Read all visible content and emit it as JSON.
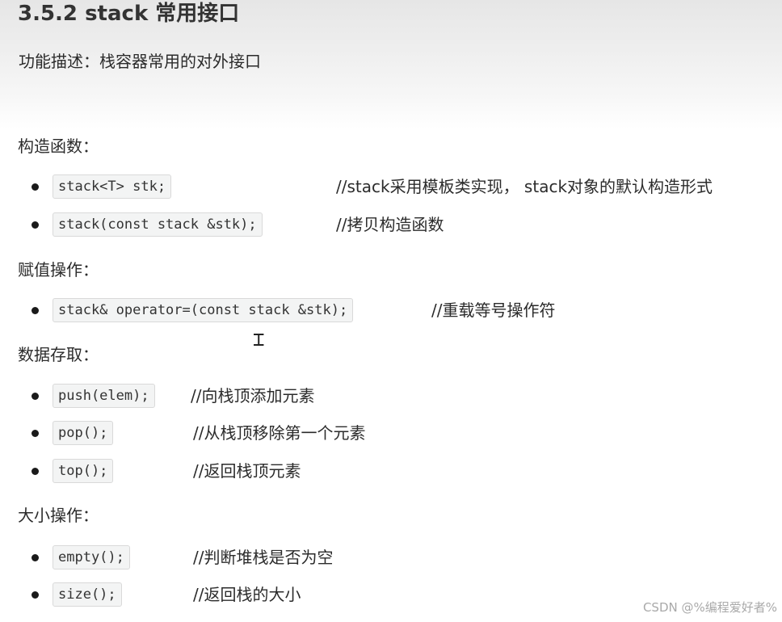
{
  "title": "3.5.2 stack 常用接口",
  "description": "功能描述：栈容器常用的对外接口",
  "sections": [
    {
      "heading": "构造函数：",
      "items": [
        {
          "code": "stack<T> stk;",
          "comment": "//stack采用模板类实现， stack对象的默认构造形式"
        },
        {
          "code": "stack(const stack &stk);",
          "comment": "//拷贝构造函数"
        }
      ]
    },
    {
      "heading": "赋值操作：",
      "items": [
        {
          "code": "stack& operator=(const stack &stk);",
          "comment": "//重载等号操作符"
        }
      ]
    },
    {
      "heading": "数据存取：",
      "items": [
        {
          "code": "push(elem);",
          "comment": "//向栈顶添加元素"
        },
        {
          "code": "pop();",
          "comment": "//从栈顶移除第一个元素"
        },
        {
          "code": "top();",
          "comment": "//返回栈顶元素"
        }
      ]
    },
    {
      "heading": "大小操作：",
      "items": [
        {
          "code": "empty();",
          "comment": "//判断堆栈是否为空"
        },
        {
          "code": "size();",
          "comment": "//返回栈的大小"
        }
      ]
    }
  ],
  "watermark": "CSDN @%编程爱好者%",
  "colors": {
    "text": "#2b2b2b",
    "code_background": "#f3f4f4",
    "code_border": "#d9d9d9",
    "watermark": "#a9a9a9"
  }
}
